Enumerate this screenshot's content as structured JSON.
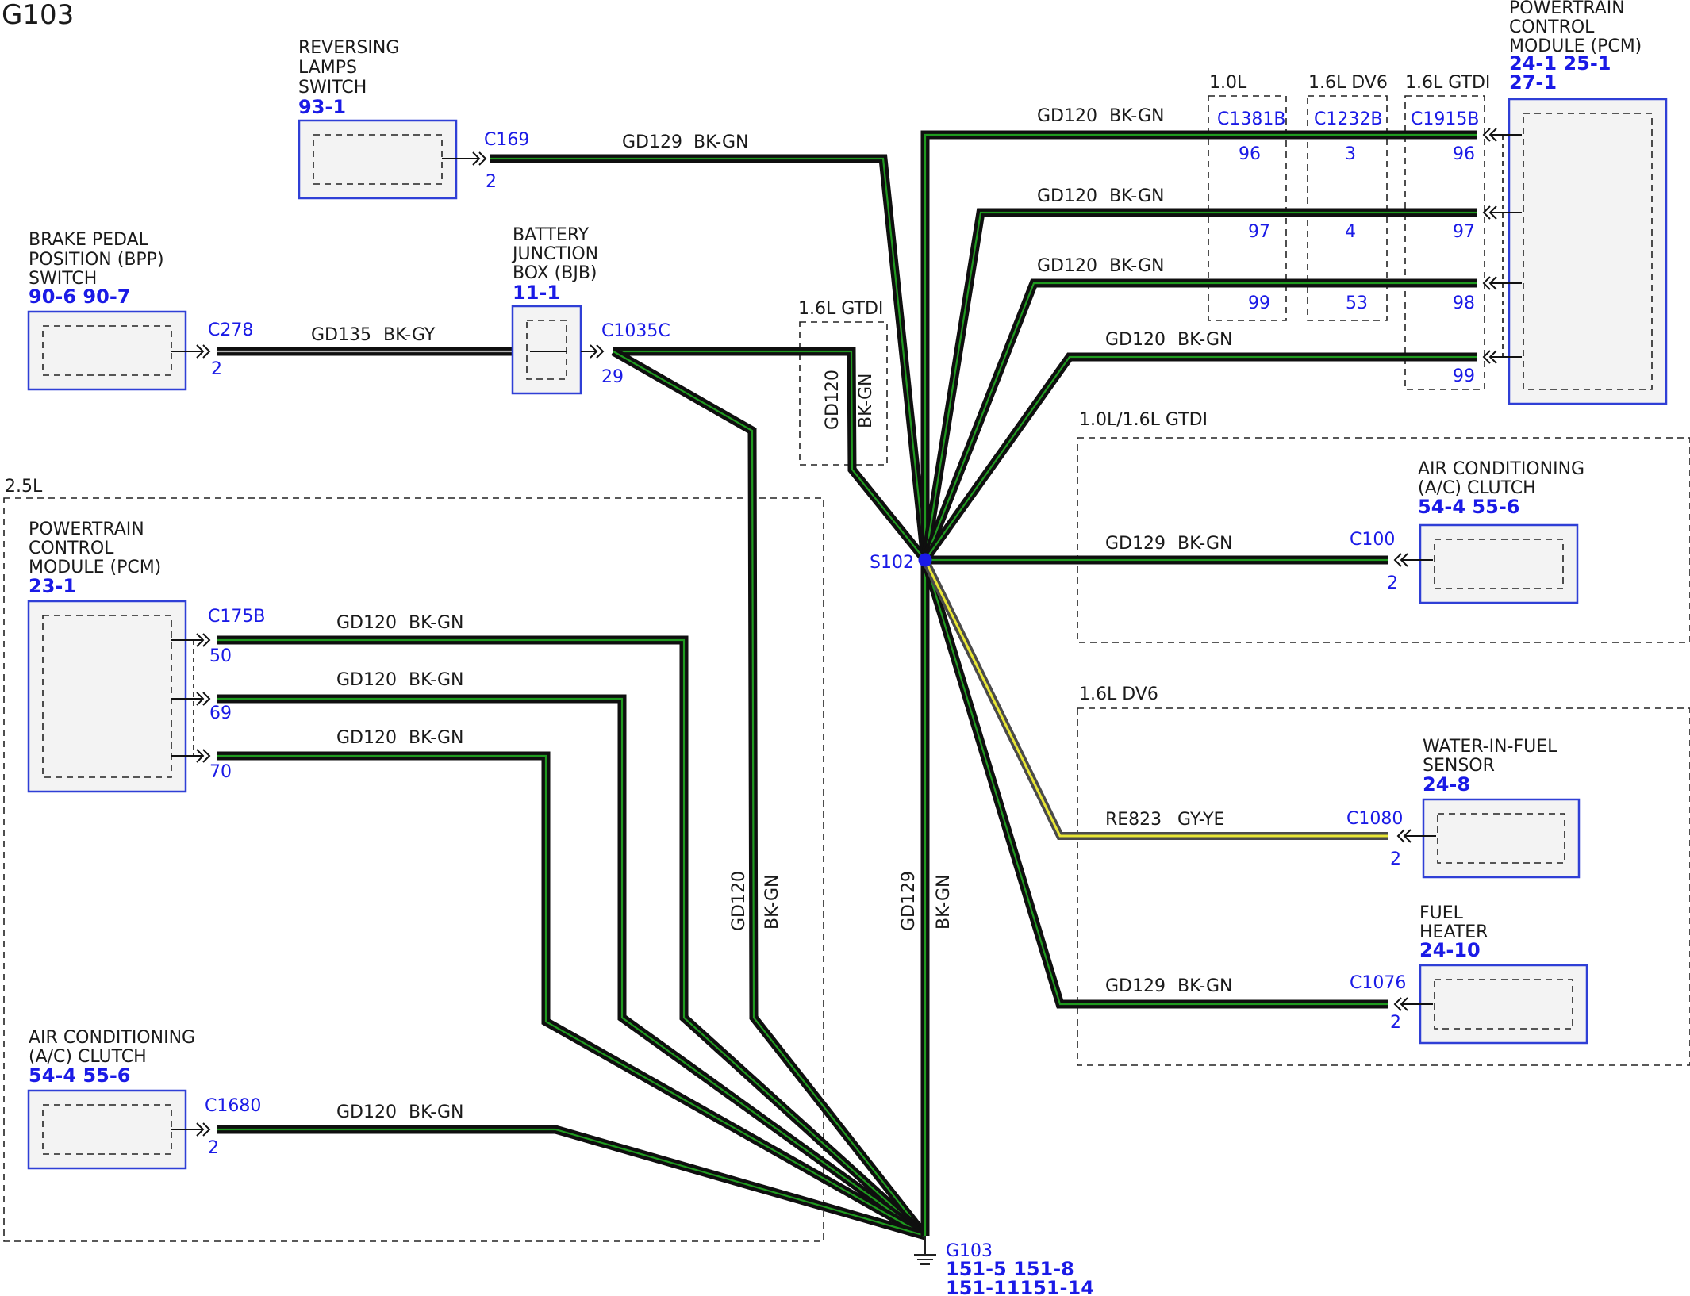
{
  "title": "G103",
  "zones": {
    "z25": "2.5L",
    "z16gtdi_mid": "1.6L GTDI",
    "z10_16gtdi": "1.0L/1.6L GTDI",
    "z16dv6": "1.6L DV6",
    "var10": "1.0L",
    "var16dv6": "1.6L DV6",
    "var16gtdi": "1.6L GTDI"
  },
  "components": {
    "reversing": {
      "lines": [
        "REVERSING",
        "LAMPS",
        "SWITCH"
      ],
      "ref": "93-1"
    },
    "bpp": {
      "lines": [
        "BRAKE PEDAL",
        "POSITION (BPP)",
        "SWITCH"
      ],
      "ref": "90-6  90-7"
    },
    "bjb": {
      "lines": [
        "BATTERY",
        "JUNCTION",
        "BOX (BJB)"
      ],
      "ref": "11-1"
    },
    "pcm_left": {
      "lines": [
        "POWERTRAIN",
        "CONTROL",
        "MODULE (PCM)"
      ],
      "ref": "23-1"
    },
    "ac_left": {
      "lines": [
        "AIR CONDITIONING",
        "(A/C) CLUTCH"
      ],
      "ref": "54-4  55-6"
    },
    "pcm_right": {
      "lines": [
        "POWERTRAIN",
        "CONTROL",
        "MODULE (PCM)"
      ],
      "ref1": "24-1  25-1",
      "ref2": "27-1"
    },
    "ac_right": {
      "lines": [
        "AIR CONDITIONING",
        "(A/C) CLUTCH"
      ],
      "ref": "54-4  55-6"
    },
    "wif": {
      "lines": [
        "WATER-IN-FUEL",
        "SENSOR"
      ],
      "ref": "24-8"
    },
    "heater": {
      "lines": [
        "FUEL",
        "HEATER"
      ],
      "ref": "24-10"
    }
  },
  "connectors": {
    "c169": {
      "name": "C169",
      "pin": "2"
    },
    "c278": {
      "name": "C278",
      "pin": "2"
    },
    "c1035c": {
      "name": "C1035C",
      "pin": "29"
    },
    "c175b": {
      "name": "C175B",
      "pins": [
        "50",
        "69",
        "70"
      ]
    },
    "c1680": {
      "name": "C1680",
      "pin": "2"
    },
    "c1381b": {
      "name": "C1381B",
      "pins": [
        "96",
        "97",
        "99"
      ]
    },
    "c1232b": {
      "name": "C1232B",
      "pins": [
        "3",
        "4",
        "53"
      ]
    },
    "c1915b": {
      "name": "C1915B",
      "pins": [
        "96",
        "97",
        "98",
        "99"
      ]
    },
    "c100": {
      "name": "C100",
      "pin": "2"
    },
    "c1080": {
      "name": "C1080",
      "pin": "2"
    },
    "c1076": {
      "name": "C1076",
      "pin": "2"
    }
  },
  "wires": {
    "w_rev": {
      "circuit": "GD129",
      "color": "BK-GN"
    },
    "w_bpp": {
      "circuit": "GD135",
      "color": "BK-GY"
    },
    "w_bjb_v": {
      "circuit": "GD120",
      "color": "BK-GN"
    },
    "w_c1035_down": {
      "circuit": "GD120",
      "color": "BK-GN"
    },
    "w_pcm1": {
      "circuit": "GD120",
      "color": "BK-GN"
    },
    "w_pcm2": {
      "circuit": "GD120",
      "color": "BK-GN"
    },
    "w_pcm3": {
      "circuit": "GD120",
      "color": "BK-GN"
    },
    "w_ac_left": {
      "circuit": "GD120",
      "color": "BK-GN"
    },
    "w_r1": {
      "circuit": "GD120",
      "color": "BK-GN"
    },
    "w_r2": {
      "circuit": "GD120",
      "color": "BK-GN"
    },
    "w_r3": {
      "circuit": "GD120",
      "color": "BK-GN"
    },
    "w_r4": {
      "circuit": "GD120",
      "color": "BK-GN"
    },
    "w_ac_right": {
      "circuit": "GD129",
      "color": "BK-GN"
    },
    "w_wif": {
      "circuit": "RE823",
      "color": "GY-YE"
    },
    "w_heater": {
      "circuit": "GD129",
      "color": "BK-GN"
    },
    "w_s102_g103": {
      "circuit": "GD129",
      "color": "BK-GN"
    }
  },
  "splice": {
    "name": "S102"
  },
  "ground": {
    "name": "G103",
    "ref1": "151-5 151-8",
    "ref2": "151-11151-14"
  }
}
